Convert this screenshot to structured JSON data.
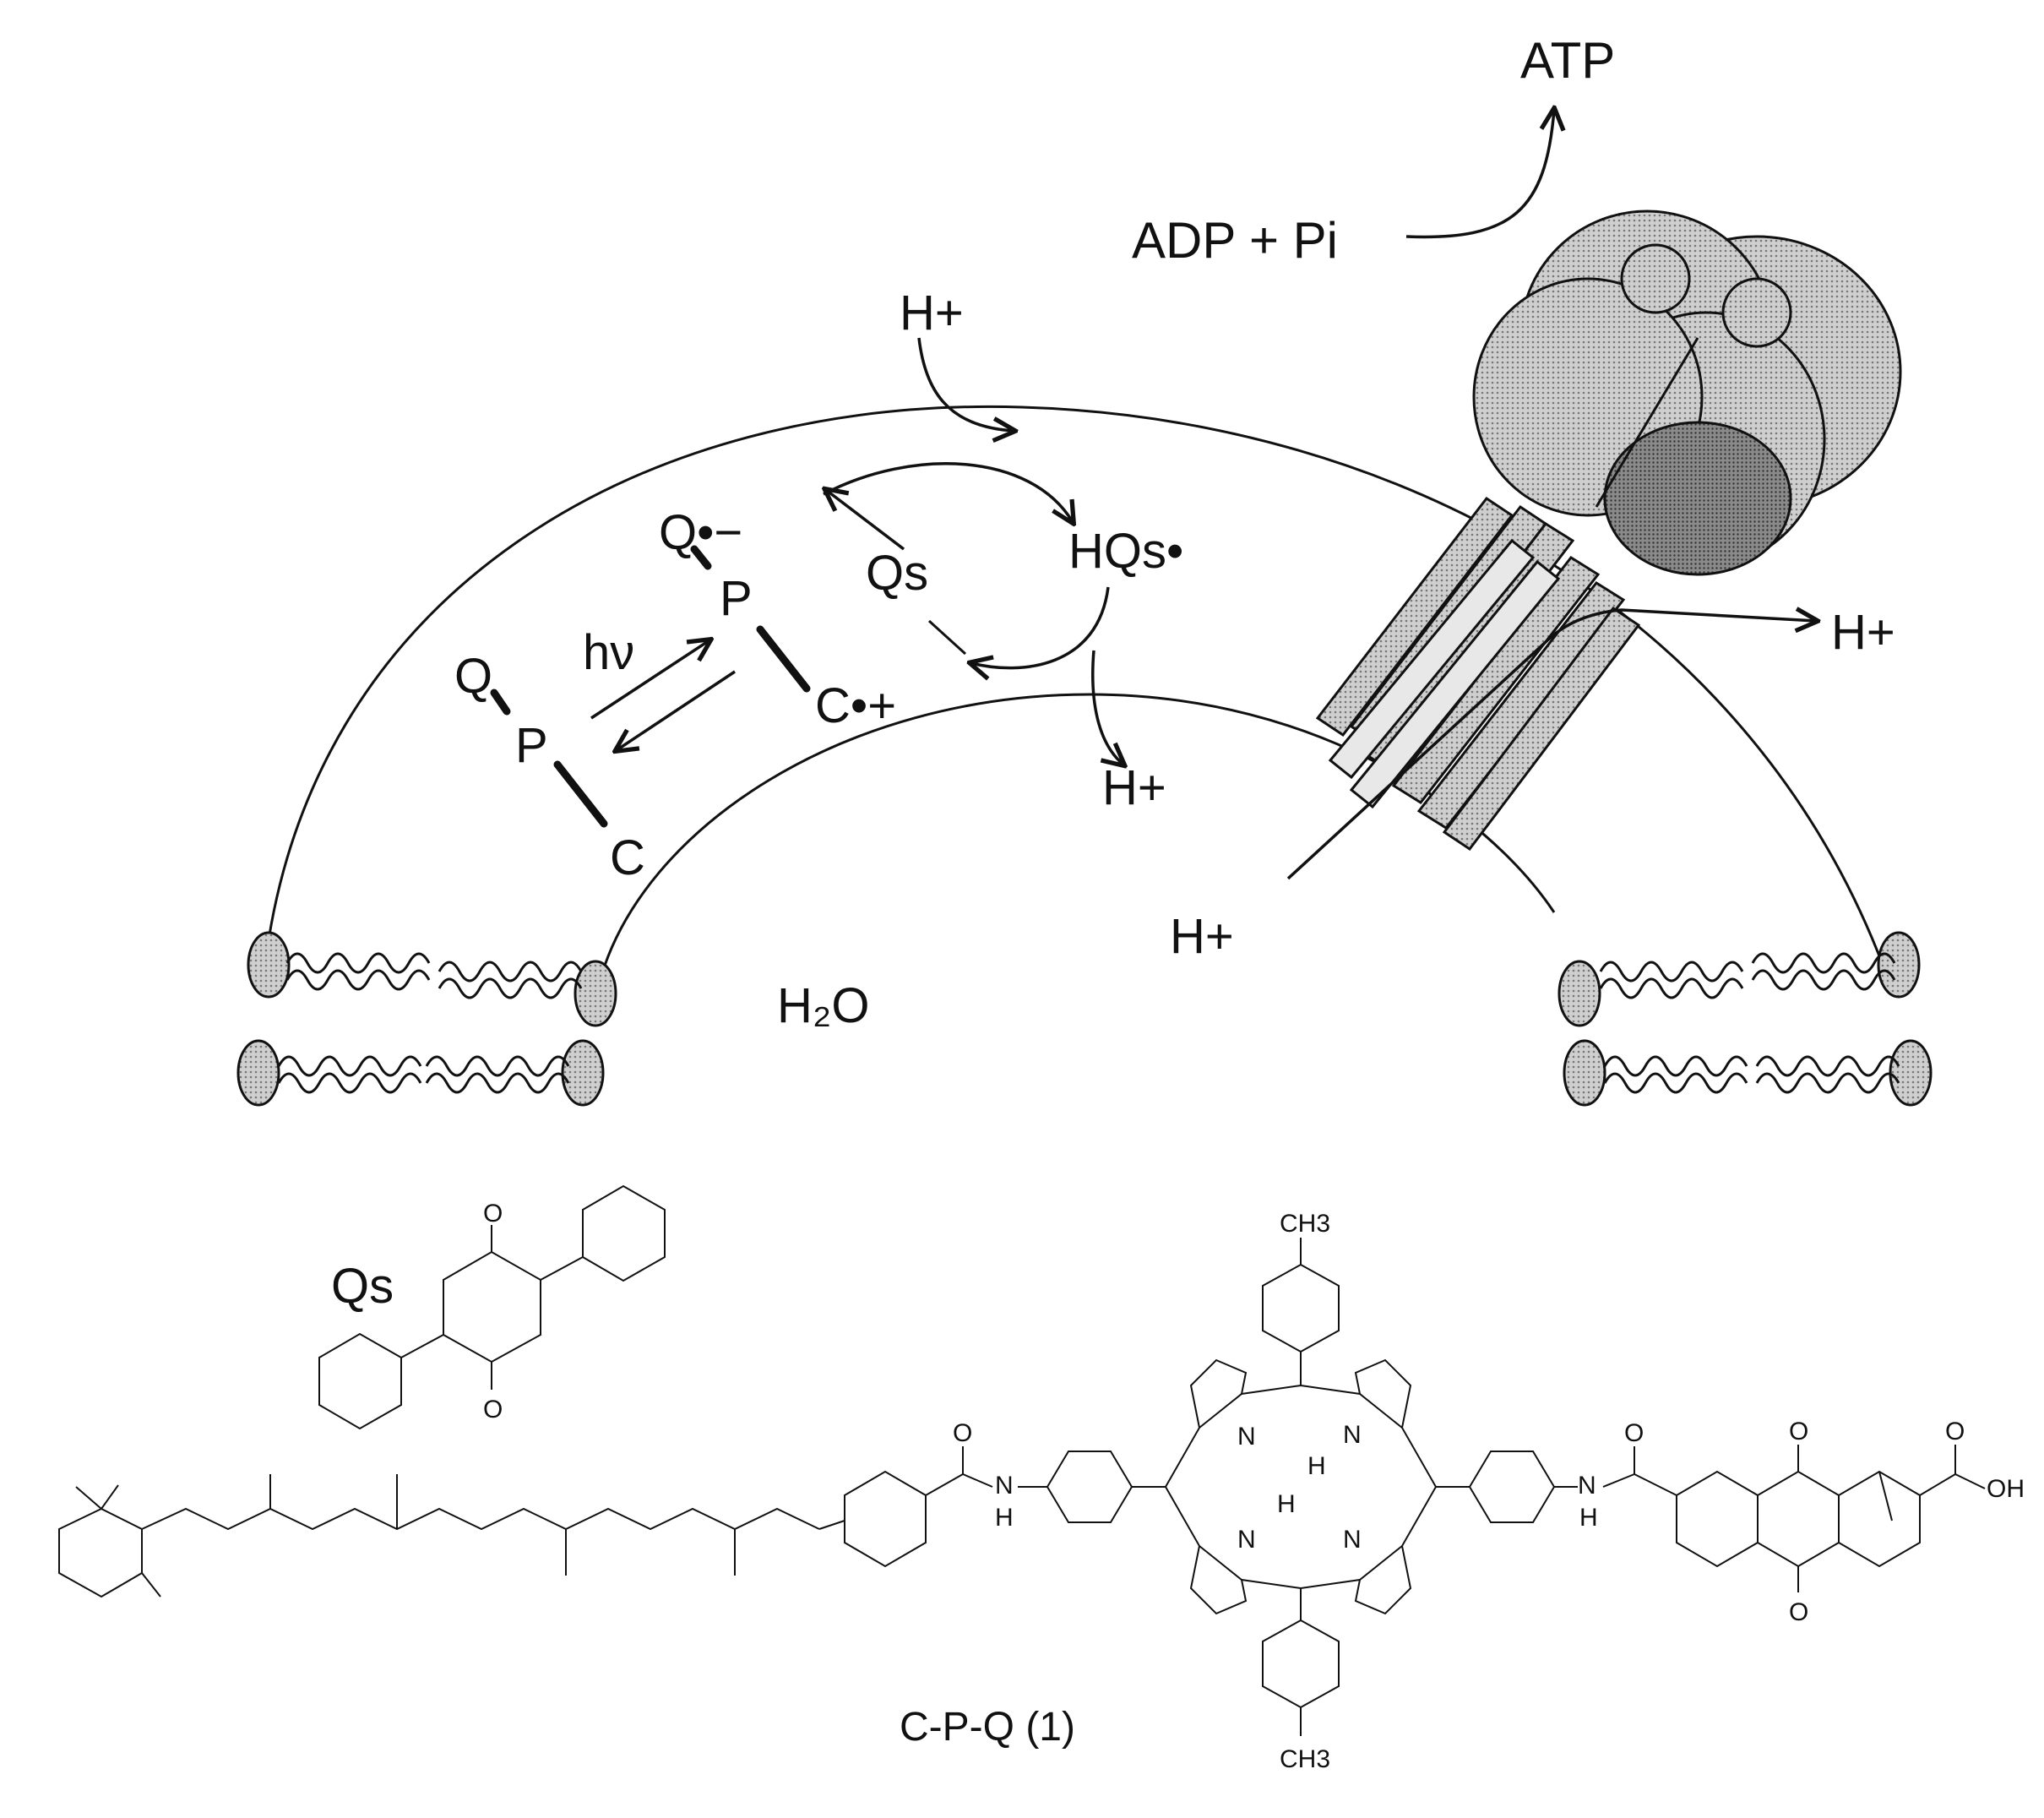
{
  "labels": {
    "atp": "ATP",
    "adp_pi": "ADP + Pi",
    "proton_in_top": "H+",
    "proton_out_right": "H+",
    "proton_inner": "H+",
    "proton_bottom": "H+",
    "water": "H₂O",
    "q_radical": "Q•−",
    "p_excited": "P",
    "c_radical": "C•+",
    "qs": "Qs",
    "hqs_radical": "HQs•",
    "hv": "hν",
    "q_ground": "Q",
    "p_ground": "P",
    "c_ground": "C",
    "qs_structure_label": "Qs",
    "cpq_caption": "C-P-Q (1)"
  },
  "atoms": {
    "o_top": "O",
    "o_bottom": "O",
    "ch3_top": "CH3",
    "ch3_bottom": "CH3",
    "amide_o_left": "O",
    "amide_n_left": "N",
    "amide_h_left": "H",
    "pyrrole_n1": "N",
    "pyrrole_n2": "N",
    "pyrrole_n3": "N",
    "pyrrole_n4": "N",
    "nh_h1": "H",
    "nh_h2": "H",
    "amide_o_right": "O",
    "amide_n_right": "N",
    "amide_h_right": "H",
    "quinone_o_top": "O",
    "quinone_o_bottom": "O",
    "acid_o": "O",
    "acid_oh": "OH"
  }
}
